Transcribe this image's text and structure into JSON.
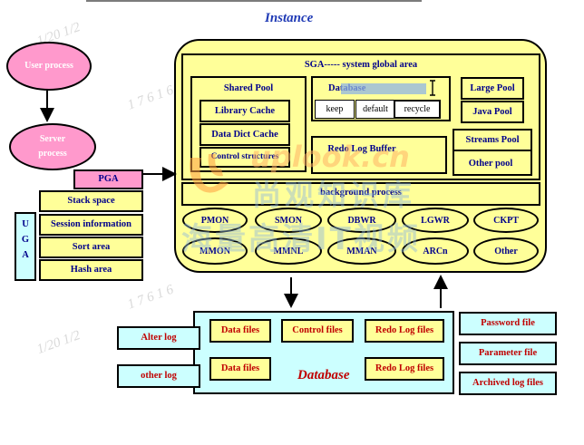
{
  "title": "Instance",
  "sga": {
    "label": "SGA----- system global area",
    "shared_pool": "Shared Pool",
    "library_cache": "Library Cache",
    "data_dict_cache": "Data Dict Cache",
    "control_structures": "Control structures",
    "db_buffer_cache": "Database",
    "keep": "keep",
    "default": "default",
    "recycle": "recycle",
    "redo_log_buffer": "Redo Log Buffer",
    "large_pool": "Large Pool",
    "java_pool": "Java Pool",
    "streams_pool": "Streams Pool",
    "other_pool": "Other pool",
    "background_process": "background process"
  },
  "processes": [
    "PMON",
    "SMON",
    "DBWR",
    "LGWR",
    "CKPT",
    "MMON",
    "MMNL",
    "MMAN",
    "ARCn",
    "Other"
  ],
  "user_process": "User process",
  "server_process": "Server process",
  "pga": {
    "label": "PGA",
    "stack_space": "Stack space",
    "uga_letters": [
      "U",
      "G",
      "A"
    ],
    "session_information": "Session information",
    "sort_area": "Sort area",
    "hash_area": "Hash area"
  },
  "database": {
    "label": "Database",
    "data_files_1": "Data files",
    "control_files": "Control files",
    "redo_log_files_1": "Redo Log files",
    "data_files_2": "Data files",
    "redo_log_files_2": "Redo Log files"
  },
  "alter_log": "Alter log",
  "other_log": "other log",
  "password_file": "Password file",
  "parameter_file": "Parameter file",
  "archived_log_files": "Archived log files",
  "watermark": {
    "brand": "uplook.cn",
    "line1": "尚观知识库",
    "line2": "海量高清IT视频"
  },
  "colors": {
    "yellow": "#ffff99",
    "pink": "#ff99cc",
    "cyan": "#ccffff",
    "navy": "#00008b",
    "red": "#c00000",
    "title_blue": "#1f3ab5"
  }
}
